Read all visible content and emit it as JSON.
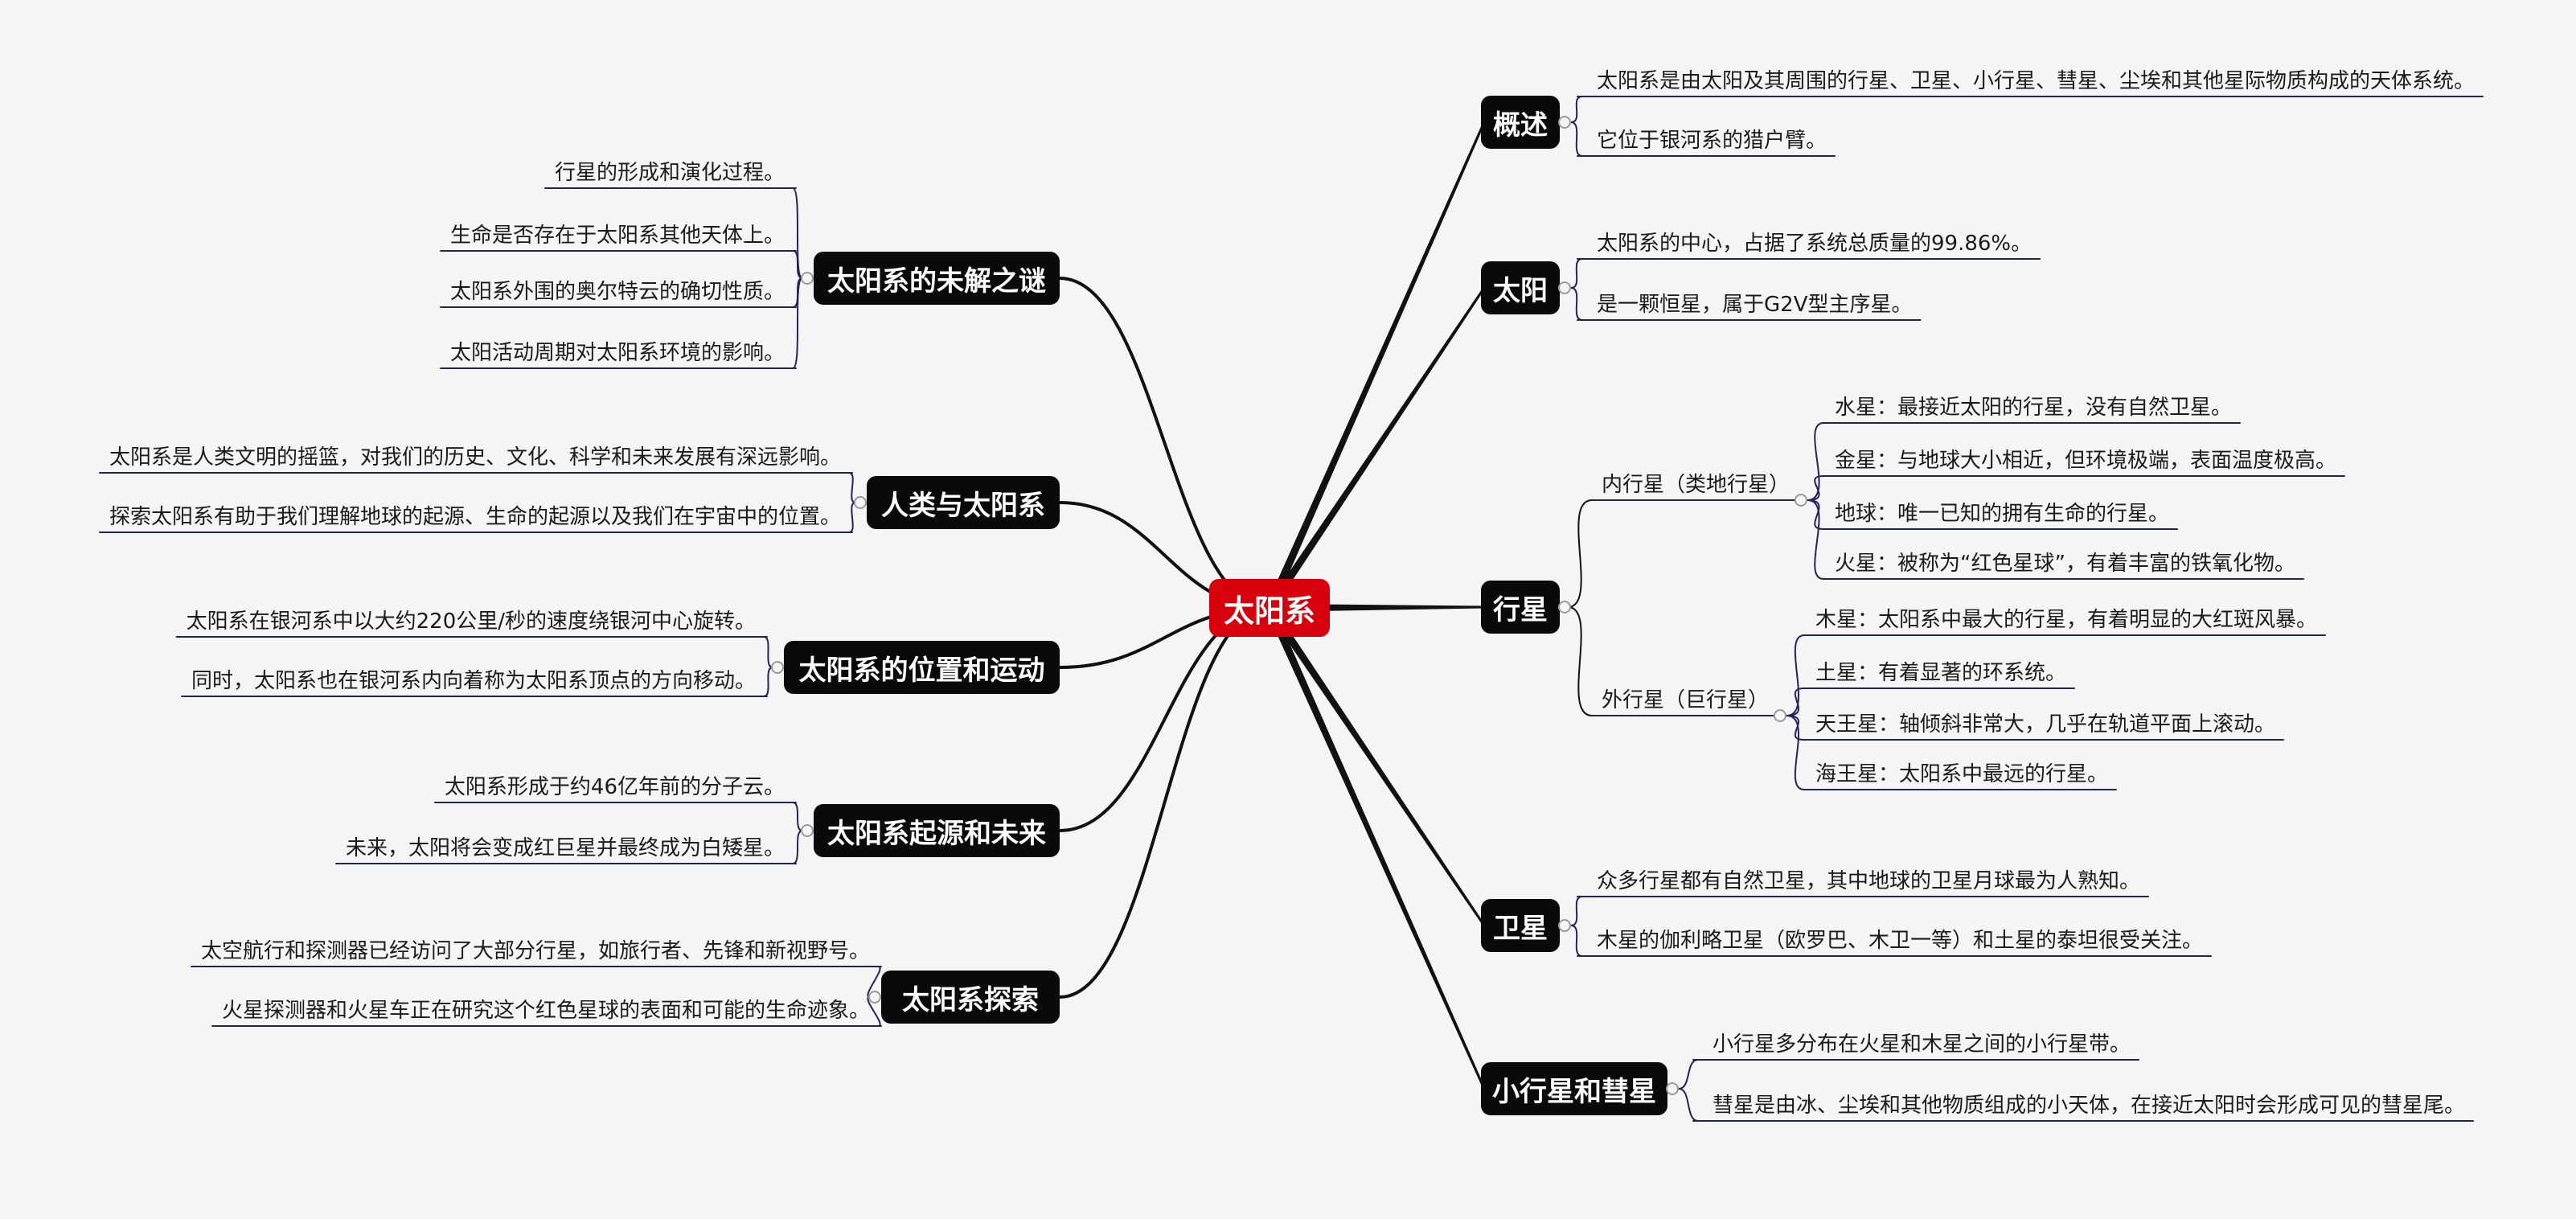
{
  "root": {
    "label": "太阳系"
  },
  "topics": [
    {
      "id": "overview",
      "label": "概述",
      "leaves": [
        "太阳系是由太阳及其周围的行星、卫星、小行星、彗星、尘埃和其他星际物质构成的天体系统。",
        "它位于银河系的猎户臂。"
      ]
    },
    {
      "id": "sun",
      "label": "太阳",
      "leaves": [
        "太阳系的中心，占据了系统总质量的99.86%。",
        "是一颗恒星，属于G2V型主序星。"
      ]
    },
    {
      "id": "planets",
      "label": "行星",
      "groups": [
        {
          "label": "内行星（类地行星）",
          "leaves": [
            "水星：最接近太阳的行星，没有自然卫星。",
            "金星：与地球大小相近，但环境极端，表面温度极高。",
            "地球：唯一已知的拥有生命的行星。",
            "火星：被称为“红色星球”，有着丰富的铁氧化物。"
          ]
        },
        {
          "label": "外行星（巨行星）",
          "leaves": [
            "木星：太阳系中最大的行星，有着明显的大红斑风暴。",
            "土星：有着显著的环系统。",
            "天王星：轴倾斜非常大，几乎在轨道平面上滚动。",
            "海王星：太阳系中最远的行星。"
          ]
        }
      ]
    },
    {
      "id": "moons",
      "label": "卫星",
      "leaves": [
        "众多行星都有自然卫星，其中地球的卫星月球最为人熟知。",
        "木星的伽利略卫星（欧罗巴、木卫一等）和土星的泰坦很受关注。"
      ]
    },
    {
      "id": "asteroids",
      "label": "小行星和彗星",
      "leaves": [
        "小行星多分布在火星和木星之间的小行星带。",
        "彗星是由冰、尘埃和其他物质组成的小天体，在接近太阳时会形成可见的彗星尾。"
      ]
    },
    {
      "id": "mysteries",
      "label": "太阳系的未解之谜",
      "leaves": [
        "行星的形成和演化过程。",
        "生命是否存在于太阳系其他天体上。",
        "太阳系外围的奥尔特云的确切性质。",
        "太阳活动周期对太阳系环境的影响。"
      ]
    },
    {
      "id": "humans",
      "label": "人类与太阳系",
      "leaves": [
        "太阳系是人类文明的摇篮，对我们的历史、文化、科学和未来发展有深远影响。",
        "探索太阳系有助于我们理解地球的起源、生命的起源以及我们在宇宙中的位置。"
      ]
    },
    {
      "id": "motion",
      "label": "太阳系的位置和运动",
      "leaves": [
        "太阳系在银河系中以大约220公里/秒的速度绕银河中心旋转。",
        "同时，太阳系也在银河系内向着称为太阳系顶点的方向移动。"
      ]
    },
    {
      "id": "origin",
      "label": "太阳系起源和未来",
      "leaves": [
        "太阳系形成于约46亿年前的分子云。",
        "未来，太阳将会变成红巨星并最终成为白矮星。"
      ]
    },
    {
      "id": "exploration",
      "label": "太阳系探索",
      "leaves": [
        "太空航行和探测器已经访问了大部分行星，如旅行者、先锋和新视野号。",
        "火星探测器和火星车正在研究这个红色星球的表面和可能的生命迹象。"
      ]
    }
  ],
  "colors": {
    "root": "#d9000e",
    "topic": "#0a0a0a",
    "line": "#111111",
    "underline": "#23235c",
    "background": "#f5f5f6"
  }
}
